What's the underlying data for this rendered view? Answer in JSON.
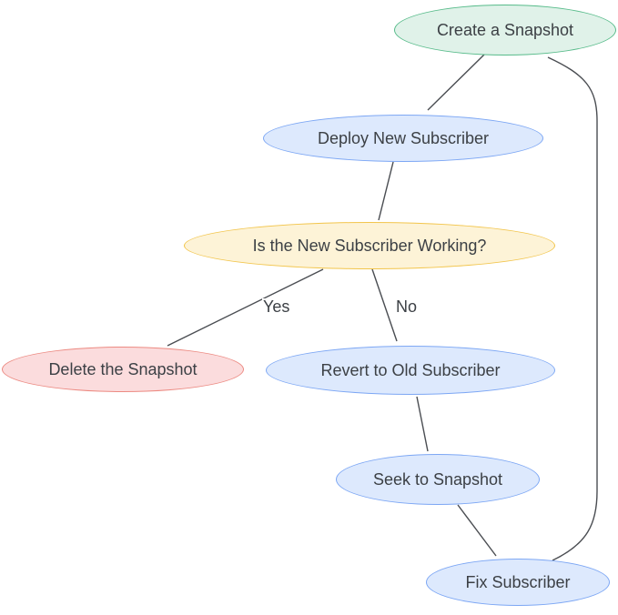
{
  "diagram": {
    "type": "flowchart",
    "background": "#ffffff",
    "edge_color": "#4a4d52",
    "text_color": "#3c4045",
    "nodes": [
      {
        "id": "create-snapshot",
        "label": "Create a Snapshot",
        "shape": "ellipse",
        "fill": "#e0f2e9",
        "border": "#57bb8a"
      },
      {
        "id": "deploy-new-subscriber",
        "label": "Deploy New Subscriber",
        "shape": "ellipse",
        "fill": "#dde9fd",
        "border": "#7da7f4"
      },
      {
        "id": "is-new-subscriber-working",
        "label": "Is the New Subscriber Working?",
        "shape": "ellipse",
        "fill": "#fdf3d7",
        "border": "#f2c54c"
      },
      {
        "id": "delete-the-snapshot",
        "label": "Delete the Snapshot",
        "shape": "ellipse",
        "fill": "#fbdcdd",
        "border": "#ec8a82"
      },
      {
        "id": "revert-to-old-subscriber",
        "label": "Revert to Old Subscriber",
        "shape": "ellipse",
        "fill": "#dde9fd",
        "border": "#7da7f4"
      },
      {
        "id": "seek-to-snapshot",
        "label": "Seek to Snapshot",
        "shape": "ellipse",
        "fill": "#dde9fd",
        "border": "#7da7f4"
      },
      {
        "id": "fix-subscriber",
        "label": "Fix Subscriber",
        "shape": "ellipse",
        "fill": "#dde9fd",
        "border": "#7da7f4"
      }
    ],
    "edges": [
      {
        "from": "create-snapshot",
        "to": "deploy-new-subscriber",
        "label": ""
      },
      {
        "from": "deploy-new-subscriber",
        "to": "is-new-subscriber-working",
        "label": ""
      },
      {
        "from": "is-new-subscriber-working",
        "to": "delete-the-snapshot",
        "label": "Yes"
      },
      {
        "from": "is-new-subscriber-working",
        "to": "revert-to-old-subscriber",
        "label": "No"
      },
      {
        "from": "revert-to-old-subscriber",
        "to": "seek-to-snapshot",
        "label": ""
      },
      {
        "from": "seek-to-snapshot",
        "to": "fix-subscriber",
        "label": ""
      },
      {
        "from": "fix-subscriber",
        "to": "create-snapshot",
        "label": ""
      }
    ]
  }
}
